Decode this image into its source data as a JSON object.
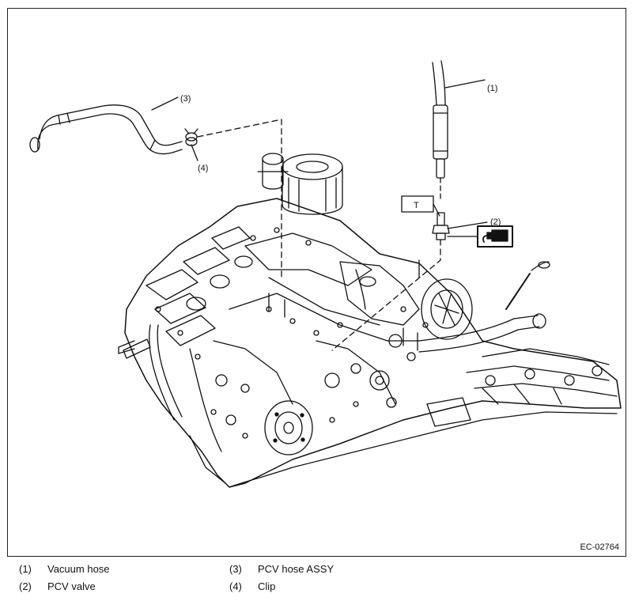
{
  "diagram": {
    "figure_code": "EC-02764",
    "callouts": [
      {
        "id": "1",
        "text": "(1)"
      },
      {
        "id": "2",
        "text": "(2)"
      },
      {
        "id": "3",
        "text": "(3)"
      },
      {
        "id": "4",
        "text": "(4)"
      }
    ],
    "torque_box_label": "T",
    "icons": [
      "sealant-tube-icon"
    ]
  },
  "legend": {
    "items": [
      {
        "num": "(1)",
        "label": "Vacuum hose"
      },
      {
        "num": "(2)",
        "label": "PCV valve"
      },
      {
        "num": "(3)",
        "label": "PCV hose ASSY"
      },
      {
        "num": "(4)",
        "label": "Clip"
      }
    ]
  }
}
